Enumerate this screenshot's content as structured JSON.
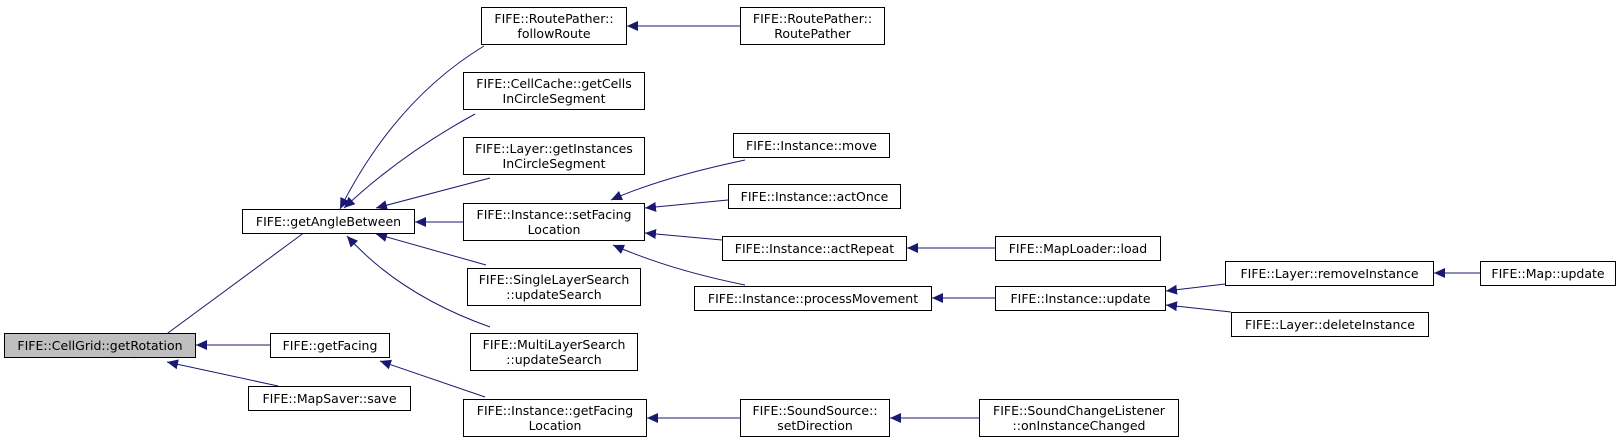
{
  "colors": {
    "edge": "#191970",
    "root_fill": "#bfbfbf",
    "node_fill": "#ffffff",
    "node_border": "#000000"
  },
  "nodes": {
    "cellgrid_getrotation": [
      "FIFE::CellGrid::getRotation"
    ],
    "getanglebetween": [
      "FIFE::getAngleBetween"
    ],
    "getfacing": [
      "FIFE::getFacing"
    ],
    "mapsaver_save": [
      "FIFE::MapSaver::save"
    ],
    "routepather_followroute": [
      "FIFE::RoutePather::",
      "followRoute"
    ],
    "routepather_routepather": [
      "FIFE::RoutePather::",
      "RoutePather"
    ],
    "cellcache_getcells": [
      "FIFE::CellCache::getCells",
      "InCircleSegment"
    ],
    "layer_getinstances": [
      "FIFE::Layer::getInstances",
      "InCircleSegment"
    ],
    "instance_setfacing": [
      "FIFE::Instance::setFacing",
      "Location"
    ],
    "singlelayersearch_update": [
      "FIFE::SingleLayerSearch",
      "::updateSearch"
    ],
    "multilayersearch_update": [
      "FIFE::MultiLayerSearch",
      "::updateSearch"
    ],
    "instance_getfacing": [
      "FIFE::Instance::getFacing",
      "Location"
    ],
    "instance_move": [
      "FIFE::Instance::move"
    ],
    "instance_actonce": [
      "FIFE::Instance::actOnce"
    ],
    "instance_actrepeat": [
      "FIFE::Instance::actRepeat"
    ],
    "instance_processmovement": [
      "FIFE::Instance::processMovement"
    ],
    "maploader_load": [
      "FIFE::MapLoader::load"
    ],
    "instance_update": [
      "FIFE::Instance::update"
    ],
    "layer_removeinstance": [
      "FIFE::Layer::removeInstance"
    ],
    "layer_deleteinstance": [
      "FIFE::Layer::deleteInstance"
    ],
    "map_update": [
      "FIFE::Map::update"
    ],
    "soundsource_setdirection": [
      "FIFE::SoundSource::",
      "setDirection"
    ],
    "soundchangelistener_oninstancechanged": [
      "FIFE::SoundChangeListener",
      "::onInstanceChanged"
    ]
  }
}
